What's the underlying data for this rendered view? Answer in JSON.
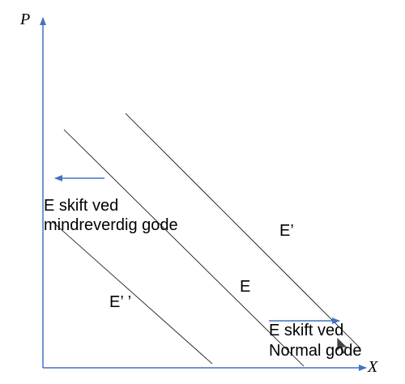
{
  "axes": {
    "y_label": "P",
    "x_label": "X",
    "color": "#4472c4"
  },
  "curves": [
    {
      "name": "E''",
      "label": "E’ ’"
    },
    {
      "name": "E",
      "label": "E"
    },
    {
      "name": "E'",
      "label": "E’"
    }
  ],
  "annotations": {
    "inferior": {
      "line1": "E skift ved",
      "line2": "mindreverdig gode"
    },
    "normal": {
      "line1": "E skift ved",
      "line2": "Normal gode"
    }
  },
  "colors": {
    "curve": "#000000",
    "arrow": "#4472c4",
    "cursor": "#444444"
  }
}
